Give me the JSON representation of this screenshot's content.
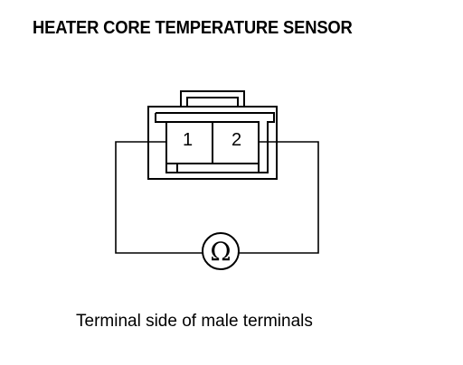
{
  "title": "HEATER CORE TEMPERATURE SENSOR",
  "caption": "Terminal side of male terminals",
  "connector": {
    "terminals": [
      "1",
      "2"
    ]
  },
  "meter": {
    "symbol": "Ω",
    "icon": "ohmmeter-icon"
  }
}
